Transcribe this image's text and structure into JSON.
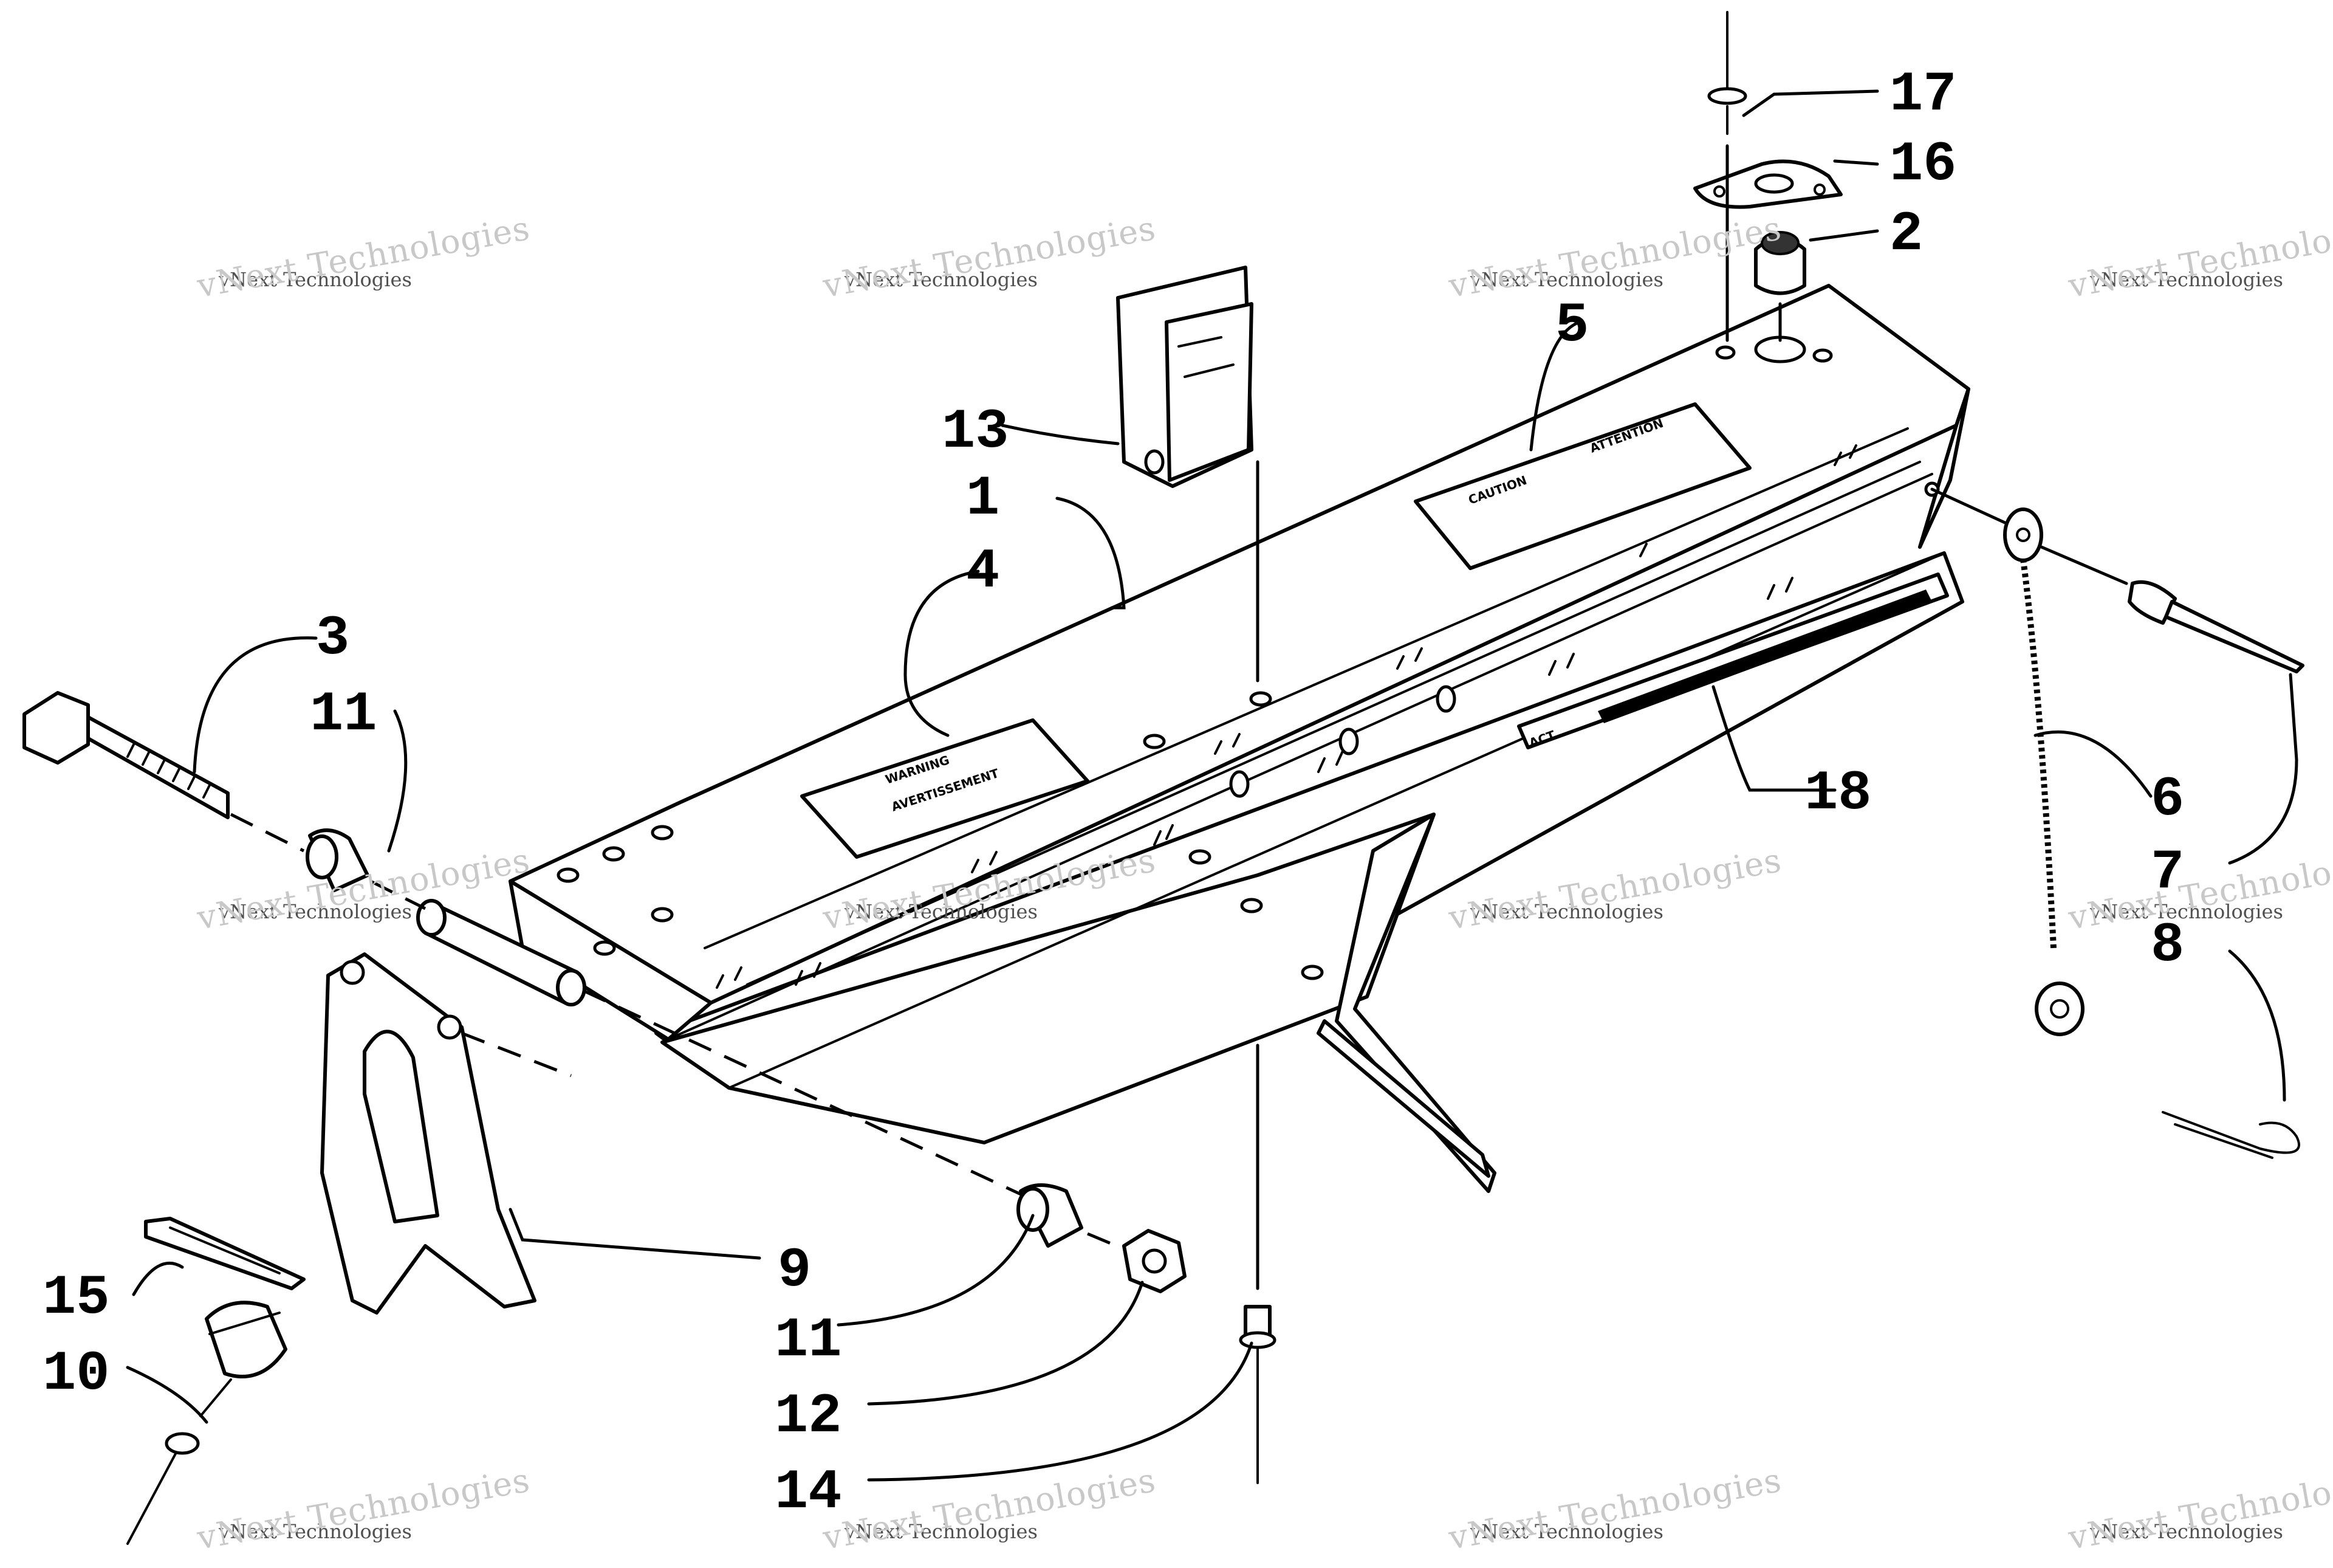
{
  "callouts": [
    {
      "id": "c1",
      "label": "1"
    },
    {
      "id": "c2",
      "label": "2"
    },
    {
      "id": "c3",
      "label": "3"
    },
    {
      "id": "c4",
      "label": "4"
    },
    {
      "id": "c5",
      "label": "5"
    },
    {
      "id": "c6",
      "label": "6"
    },
    {
      "id": "c7",
      "label": "7"
    },
    {
      "id": "c8",
      "label": "8"
    },
    {
      "id": "c9",
      "label": "9"
    },
    {
      "id": "c10",
      "label": "10"
    },
    {
      "id": "c11a",
      "label": "11"
    },
    {
      "id": "c11b",
      "label": "11"
    },
    {
      "id": "c12",
      "label": "12"
    },
    {
      "id": "c13",
      "label": "13"
    },
    {
      "id": "c14",
      "label": "14"
    },
    {
      "id": "c15",
      "label": "15"
    },
    {
      "id": "c16",
      "label": "16"
    },
    {
      "id": "c17",
      "label": "17"
    },
    {
      "id": "c18",
      "label": "18"
    }
  ],
  "decals": {
    "caution": "CAUTION",
    "attention": "ATTENTION",
    "warning": "WARNING",
    "avertissement": "AVERTISSEMENT",
    "logo": "ACT"
  },
  "watermark": {
    "big": "vNext Technologies",
    "small": "vNext Technologies"
  }
}
